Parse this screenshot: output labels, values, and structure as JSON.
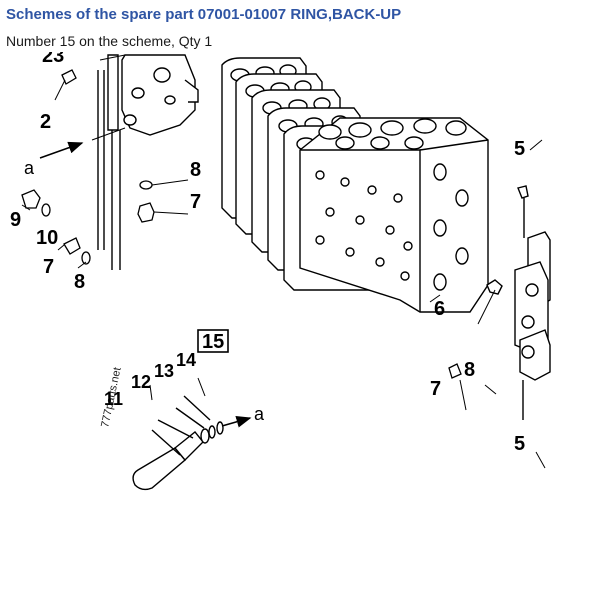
{
  "header": {
    "title": "Schemes of the spare part 07001-01007 RING,BACK-UP",
    "subtitle": "Number 15 on the scheme, Qty 1"
  },
  "diagram": {
    "highlighted_callout": "15",
    "callouts": {
      "c23": "23",
      "c2": "2",
      "c8a": "8",
      "c7a": "7",
      "c9": "9",
      "c10": "10",
      "c7b": "7",
      "c8b": "8",
      "c5a": "5",
      "c6": "6",
      "c7c": "7",
      "c8c": "8",
      "c5b": "5",
      "c11": "11",
      "c12": "12",
      "c13": "13",
      "c14": "14"
    },
    "arrow_labels": {
      "a1": "a",
      "a2": "a"
    },
    "watermark": "777parts.net"
  }
}
